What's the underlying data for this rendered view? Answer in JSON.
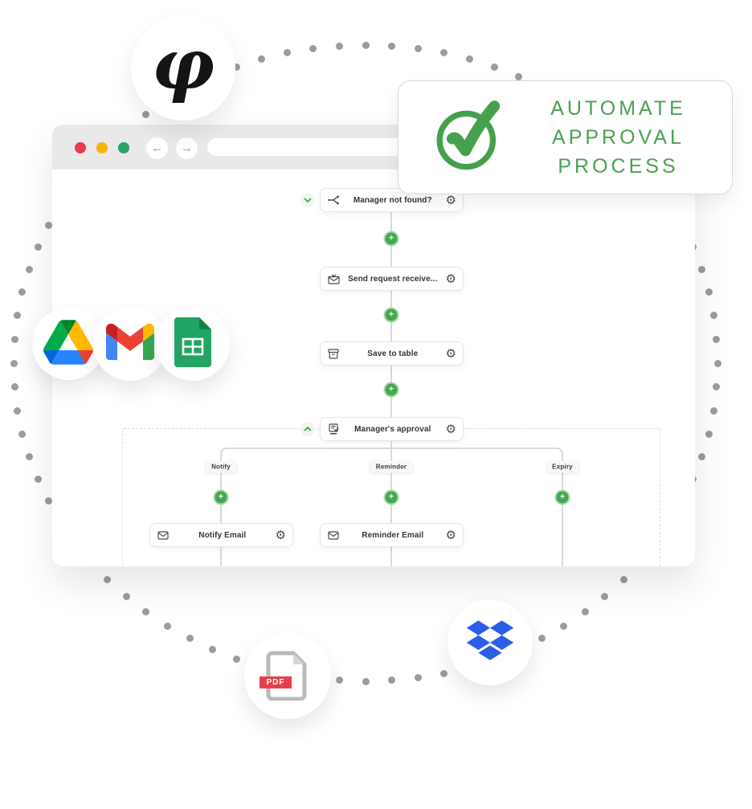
{
  "logo": {
    "symbol": "φ"
  },
  "automate_badge": {
    "line1": "AUTOMATE",
    "line2": "APPROVAL",
    "line3": "PROCESS",
    "accent_color": "#4aa152"
  },
  "browser": {
    "controls": [
      "close",
      "minimize",
      "maximize"
    ],
    "back_arrow": "←",
    "forward_arrow": "→",
    "url_value": ""
  },
  "workflow": {
    "nodes": [
      {
        "id": "manager-not-found",
        "label": "Manager not found?",
        "icon": "branch-icon",
        "chevron": "down"
      },
      {
        "id": "send-request",
        "label": "Send request receive...",
        "icon": "mail-send-icon"
      },
      {
        "id": "save-to-table",
        "label": "Save to table",
        "icon": "table-save-icon"
      },
      {
        "id": "managers-approval",
        "label": "Manager's approval",
        "icon": "approval-icon",
        "chevron": "up"
      }
    ],
    "branches": [
      {
        "label": "Notify",
        "node_label": "Notify Email"
      },
      {
        "label": "Reminder",
        "node_label": "Reminder Email"
      },
      {
        "label": "Expiry",
        "node_label": null
      }
    ],
    "add_step_symbol": "+",
    "line_color": "#cdd0cd",
    "accent_green": "#43a84d"
  },
  "integrations": {
    "google_drive": "google-drive",
    "gmail": "gmail",
    "google_sheets": "google-sheets",
    "dropbox": "dropbox",
    "pdf_label": "PDF"
  },
  "colors": {
    "dropbox_blue": "#2a5ee8",
    "pdf_red": "#e8404b",
    "dot_gray": "#9c9c9c",
    "topbar_gray": "#e9e9e9"
  }
}
